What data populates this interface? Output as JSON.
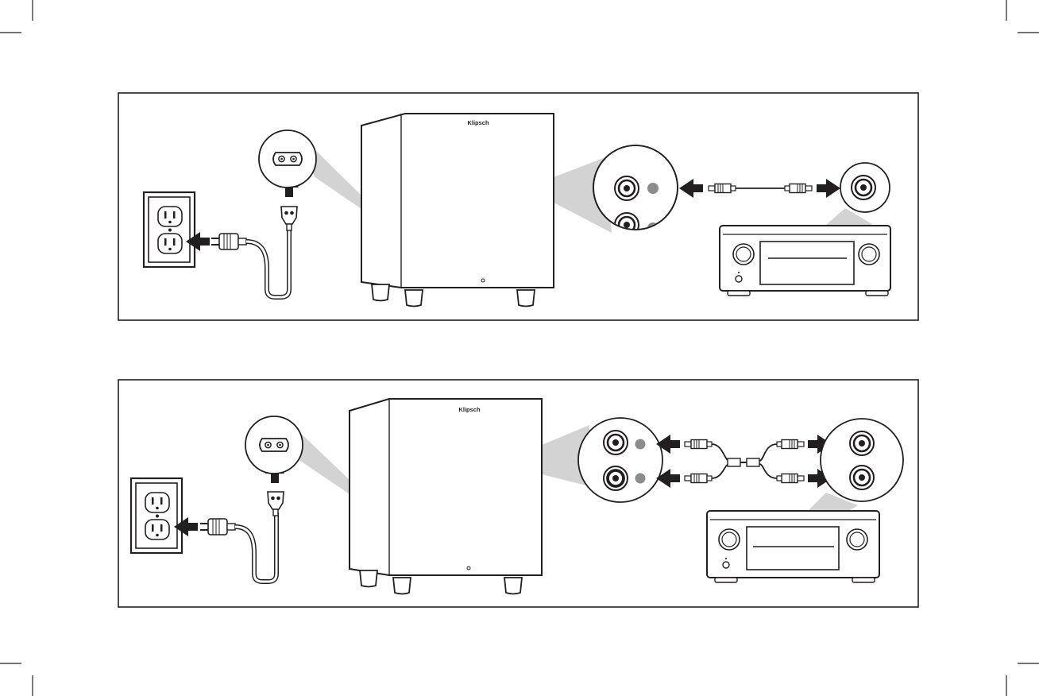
{
  "brand": {
    "logo_text": "Klipsch"
  },
  "colors": {
    "line": "#231f20",
    "zoom_gray": "#d3d3d3",
    "jack_gray": "#8c8c8c",
    "background": "#ffffff"
  },
  "icons": [
    "crop-mark",
    "wall-outlet-icon",
    "power-plug-icon",
    "iec-connector-icon",
    "subwoofer-icon",
    "rca-jack-icon",
    "rca-cable-icon",
    "y-splitter-icon",
    "av-receiver-icon",
    "arrow-icon"
  ],
  "panels": [
    {
      "id": "single-lfe",
      "connection": "single-cable"
    },
    {
      "id": "dual-input",
      "connection": "y-splitter"
    }
  ]
}
